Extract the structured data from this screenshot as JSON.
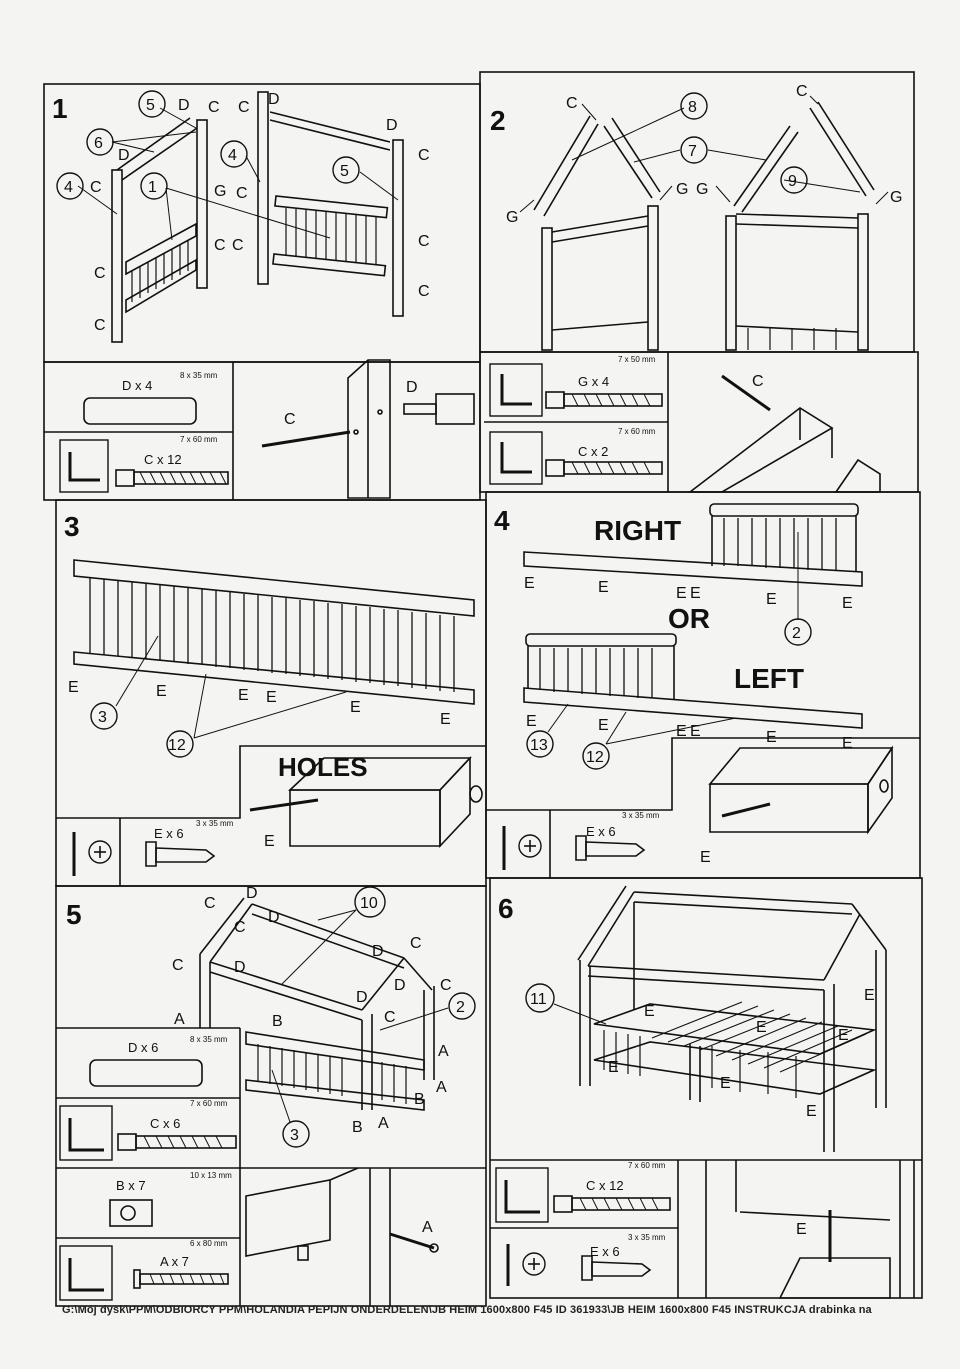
{
  "steps": {
    "s1": {
      "num": "1",
      "callouts": [
        "5",
        "6",
        "4",
        "1",
        "4",
        "5"
      ],
      "parts": [
        "D",
        "C",
        "C",
        "D",
        "D",
        "C",
        "D",
        "C",
        "G",
        "C",
        "C",
        "C",
        "C",
        "C",
        "C",
        "C"
      ]
    },
    "s2": {
      "num": "2",
      "callouts": [
        "8",
        "7",
        "9"
      ],
      "parts": [
        "C",
        "C",
        "G",
        "G",
        "G",
        "G"
      ]
    },
    "s3": {
      "num": "3",
      "callouts": [
        "3",
        "12"
      ],
      "parts": [
        "E",
        "E",
        "E",
        "E",
        "E",
        "E"
      ],
      "holes": "HOLES",
      "screw_part": "E"
    },
    "s4": {
      "num": "4",
      "right": "RIGHT",
      "or": "OR",
      "left": "LEFT",
      "callouts": [
        "2",
        "13",
        "12"
      ],
      "parts": [
        "E",
        "E",
        "E",
        "E",
        "E",
        "E",
        "E",
        "E",
        "E",
        "E",
        "E",
        "E"
      ],
      "screw_part": "E"
    },
    "s5": {
      "num": "5",
      "callouts": [
        "10",
        "2",
        "3"
      ],
      "parts": [
        "C",
        "D",
        "C",
        "D",
        "C",
        "D",
        "D",
        "C",
        "D",
        "C",
        "D",
        "C",
        "A",
        "B",
        "A",
        "A",
        "B",
        "B",
        "A"
      ]
    },
    "s6": {
      "num": "6",
      "callouts": [
        "11"
      ],
      "parts": [
        "E",
        "E",
        "E",
        "E",
        "E",
        "E",
        "E"
      ]
    }
  },
  "hardware": {
    "s1_dowel": {
      "qty": "D x 4",
      "size": "8 x 35 mm"
    },
    "s1_bolt": {
      "qty": "C x 12",
      "size": "7 x 60 mm"
    },
    "s1_detail": {
      "bolt": "C",
      "dowel": "D"
    },
    "s2_bolt_g": {
      "qty": "G x 4",
      "size": "7 x 50 mm"
    },
    "s2_bolt_c": {
      "qty": "C x 2",
      "size": "7 x 60 mm"
    },
    "s2_detail": {
      "bolt": "C"
    },
    "s3_screw": {
      "qty": "E x 6",
      "size": "3 x 35 mm"
    },
    "s4_screw": {
      "qty": "E x 6",
      "size": "3 x 35 mm"
    },
    "s5_dowel": {
      "qty": "D x 6",
      "size": "8 x 35 mm"
    },
    "s5_bolt": {
      "qty": "C x 6",
      "size": "7 x 60 mm"
    },
    "s5_nut": {
      "qty": "B x 7",
      "size": "10 x 13 mm"
    },
    "s5_bolt_a": {
      "qty": "A x 7",
      "size": "6 x 80 mm"
    },
    "s5_detail": {
      "bolt": "A"
    },
    "s6_bolt": {
      "qty": "C x 12",
      "size": "7 x 60 mm"
    },
    "s6_screw": {
      "qty": "E x 6",
      "size": "3 x 35 mm"
    },
    "s6_detail": {
      "screw": "E"
    }
  },
  "footer": "G:\\Mój dysk\\PPM\\ODBIORCY PPM\\HOLANDIA PEPIJN ONDERDELEN\\JB HEIM 1600x800 F45 ID 361933\\JB HEIM 1600x800 F45 INSTRUKCJA drabinka na"
}
